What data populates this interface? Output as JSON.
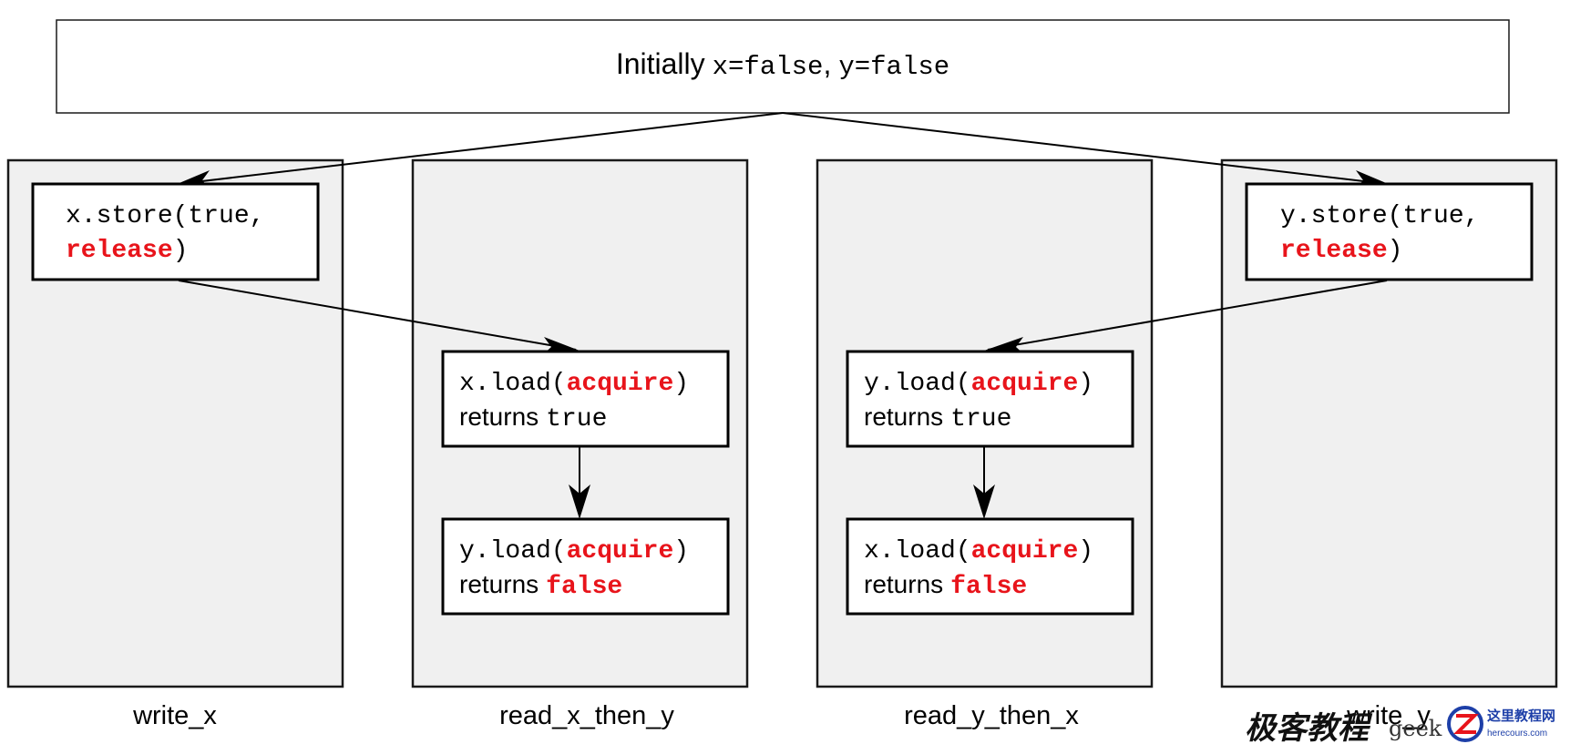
{
  "initial": {
    "prefix": "Initially",
    "x_state": "x=false",
    "separator": ",",
    "y_state": "y=false"
  },
  "threads": [
    {
      "label": "write_x",
      "ops": [
        {
          "parts": [
            {
              "text": "x.store(true,",
              "style": "mono"
            }
          ],
          "line2": [
            {
              "text": "release",
              "style": "kw"
            },
            {
              "text": ")",
              "style": "mono"
            }
          ]
        }
      ]
    },
    {
      "label": "read_x_then_y",
      "ops": [
        {
          "parts": [
            {
              "text": "x.load(",
              "style": "mono"
            },
            {
              "text": "acquire",
              "style": "kw"
            },
            {
              "text": ")",
              "style": "mono"
            }
          ],
          "line2": [
            {
              "text": "returns",
              "style": "sans"
            },
            {
              "text": "true",
              "style": "mono"
            }
          ]
        },
        {
          "parts": [
            {
              "text": "y.load(",
              "style": "mono"
            },
            {
              "text": "acquire",
              "style": "kw"
            },
            {
              "text": ")",
              "style": "mono"
            }
          ],
          "line2": [
            {
              "text": "returns",
              "style": "sans"
            },
            {
              "text": "false",
              "style": "kw"
            }
          ]
        }
      ]
    },
    {
      "label": "read_y_then_x",
      "ops": [
        {
          "parts": [
            {
              "text": "y.load(",
              "style": "mono"
            },
            {
              "text": "acquire",
              "style": "kw"
            },
            {
              "text": ")",
              "style": "mono"
            }
          ],
          "line2": [
            {
              "text": "returns",
              "style": "sans"
            },
            {
              "text": "true",
              "style": "mono"
            }
          ]
        },
        {
          "parts": [
            {
              "text": "x.load(",
              "style": "mono"
            },
            {
              "text": "acquire",
              "style": "kw"
            },
            {
              "text": ")",
              "style": "mono"
            }
          ],
          "line2": [
            {
              "text": "returns",
              "style": "sans"
            },
            {
              "text": "false",
              "style": "kw"
            }
          ]
        }
      ]
    },
    {
      "label": "write_y",
      "ops": [
        {
          "parts": [
            {
              "text": "y.store(true,",
              "style": "mono"
            }
          ],
          "line2": [
            {
              "text": "release",
              "style": "kw"
            },
            {
              "text": ")",
              "style": "mono"
            }
          ]
        }
      ]
    }
  ],
  "edges": [
    {
      "from": "initial",
      "to": "write_x.op0"
    },
    {
      "from": "initial",
      "to": "write_y.op0"
    },
    {
      "from": "write_x.op0",
      "to": "read_x_then_y.op0"
    },
    {
      "from": "read_x_then_y.op0",
      "to": "read_x_then_y.op1"
    },
    {
      "from": "write_y.op0",
      "to": "read_y_then_x.op0"
    },
    {
      "from": "read_y_then_x.op0",
      "to": "read_y_then_x.op1"
    }
  ],
  "watermark": {
    "chinese": "极客教程",
    "latin": "geek",
    "logo_text": "这里教程网",
    "logo_url": "herecours.com"
  },
  "colors": {
    "keyword": "#e8141b",
    "lane_fill": "#f0f0f0",
    "box_fill": "#ffffff",
    "stroke": "#000000",
    "logo_blue": "#1d3fa8"
  }
}
